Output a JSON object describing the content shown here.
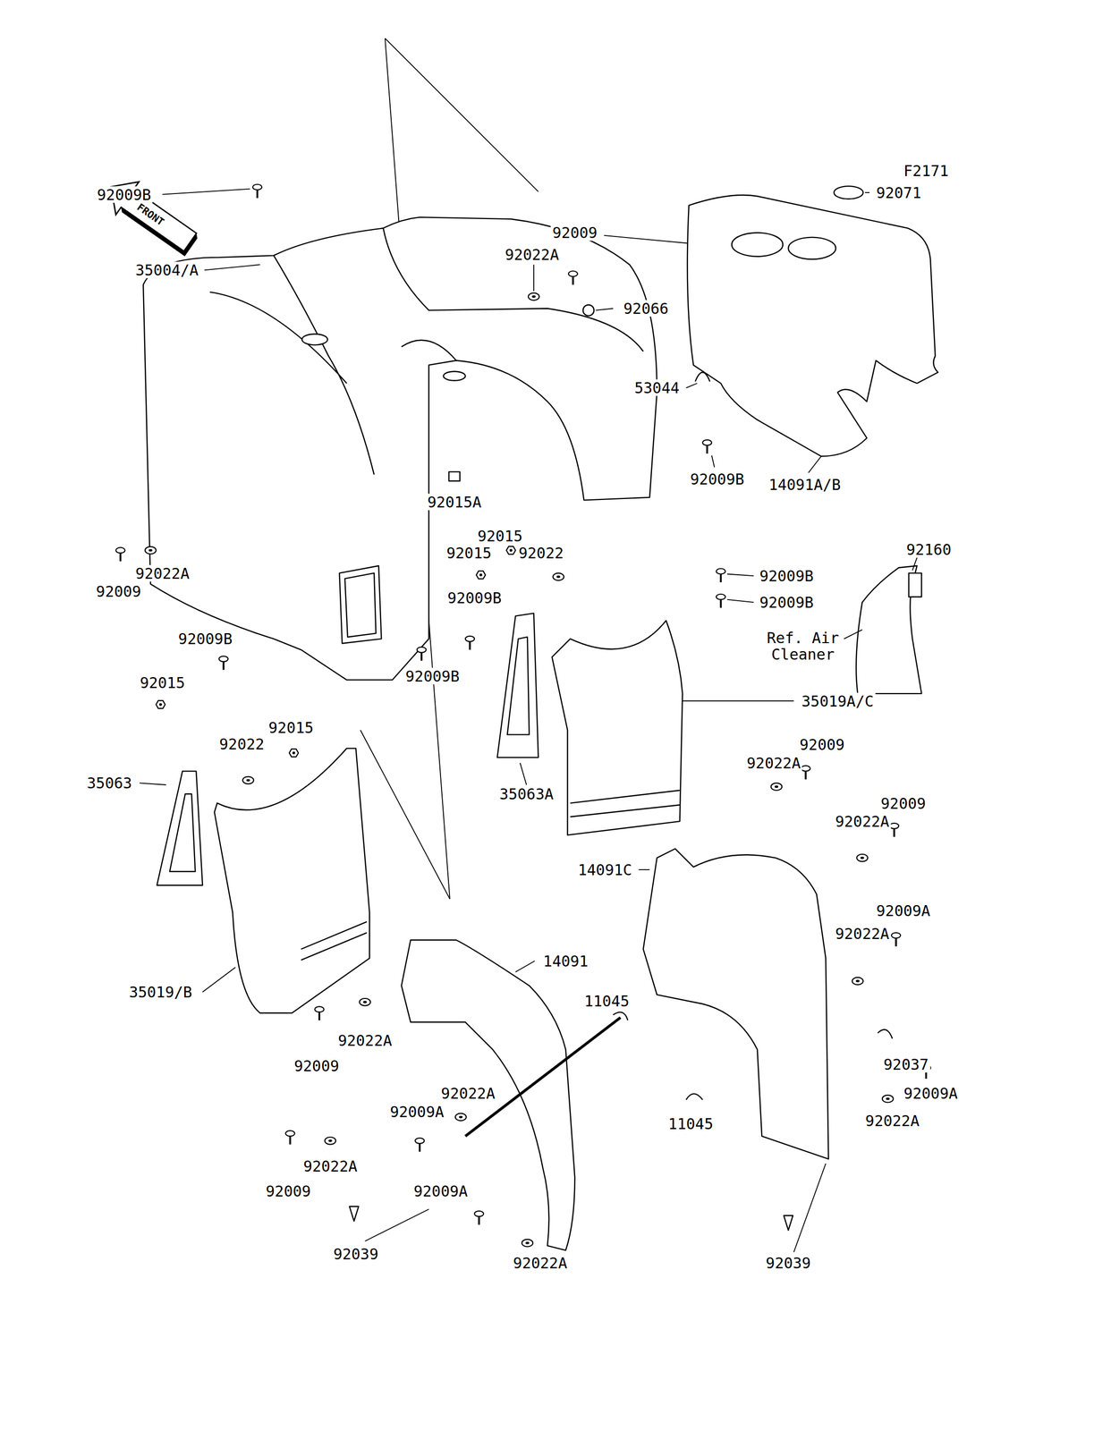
{
  "diagram": {
    "labels": [
      "F2171",
      "FRONT",
      "92009B",
      "92071",
      "92009",
      "92022A",
      "92066",
      "35004/A",
      "53044",
      "92009B",
      "14091A/B",
      "92015A",
      "92015",
      "92015",
      "92022",
      "92160",
      "92022A",
      "92009",
      "92009B",
      "92009B",
      "92009B",
      "92009B",
      "Ref. Air Cleaner",
      "92009B",
      "92015",
      "35019A/C",
      "92015",
      "92022",
      "92009",
      "35063",
      "92022A",
      "35063A",
      "92009",
      "92022A",
      "14091C",
      "92009A",
      "92022A",
      "35019/B",
      "14091",
      "11045",
      "92022A",
      "92009",
      "92037",
      "92009A",
      "92022A",
      "92009A",
      "11045",
      "92022A",
      "92022A",
      "92009",
      "92009A",
      "92039",
      "92022A",
      "92039"
    ]
  }
}
